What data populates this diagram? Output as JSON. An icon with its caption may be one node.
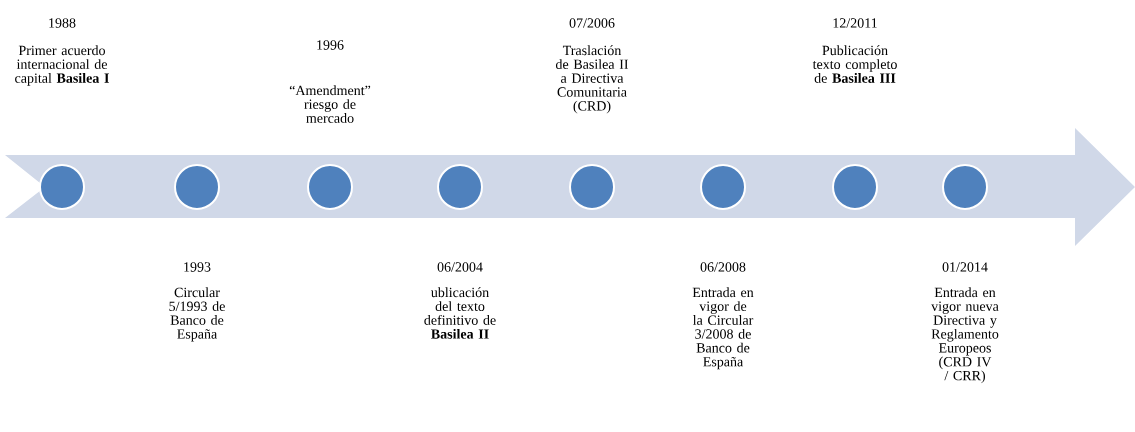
{
  "diagram": {
    "nodes": [
      {
        "text": [],
        "shape": "circle",
        "beside": [
          "1988",
          "Primer acuerdo internacional de capital **Basilea I**"
        ]
      },
      {
        "text": [],
        "shape": "circle",
        "beside": [
          "1993",
          "Circular 5/1993 de Banco de España"
        ]
      },
      {
        "text": [],
        "shape": "circle",
        "beside": [
          "1996",
          "“Amendment” riesgo de mercado"
        ]
      },
      {
        "text": [],
        "shape": "circle",
        "beside": [
          "06/2004",
          "ublicación del texto definitivo de **Basilea II**"
        ]
      },
      {
        "text": [],
        "shape": "circle",
        "beside": [
          "07/2006",
          "Traslación de Basilea II a Directiva Comunitaria (CRD)"
        ]
      },
      {
        "text": [],
        "shape": "circle",
        "beside": [
          "06/2008",
          "Entrada en vigor de la Circular 3/2008 de Banco de España"
        ]
      },
      {
        "text": [],
        "shape": "circle",
        "beside": [
          "12/2011",
          "Publicación texto completo de **Basilea III**"
        ]
      },
      {
        "text": [],
        "shape": "circle",
        "beside": [
          "01/2014",
          "Entrada en vigor nueva Directiva y Reglamento Europeos (CRD IV / CRR)"
        ]
      }
    ]
  }
}
